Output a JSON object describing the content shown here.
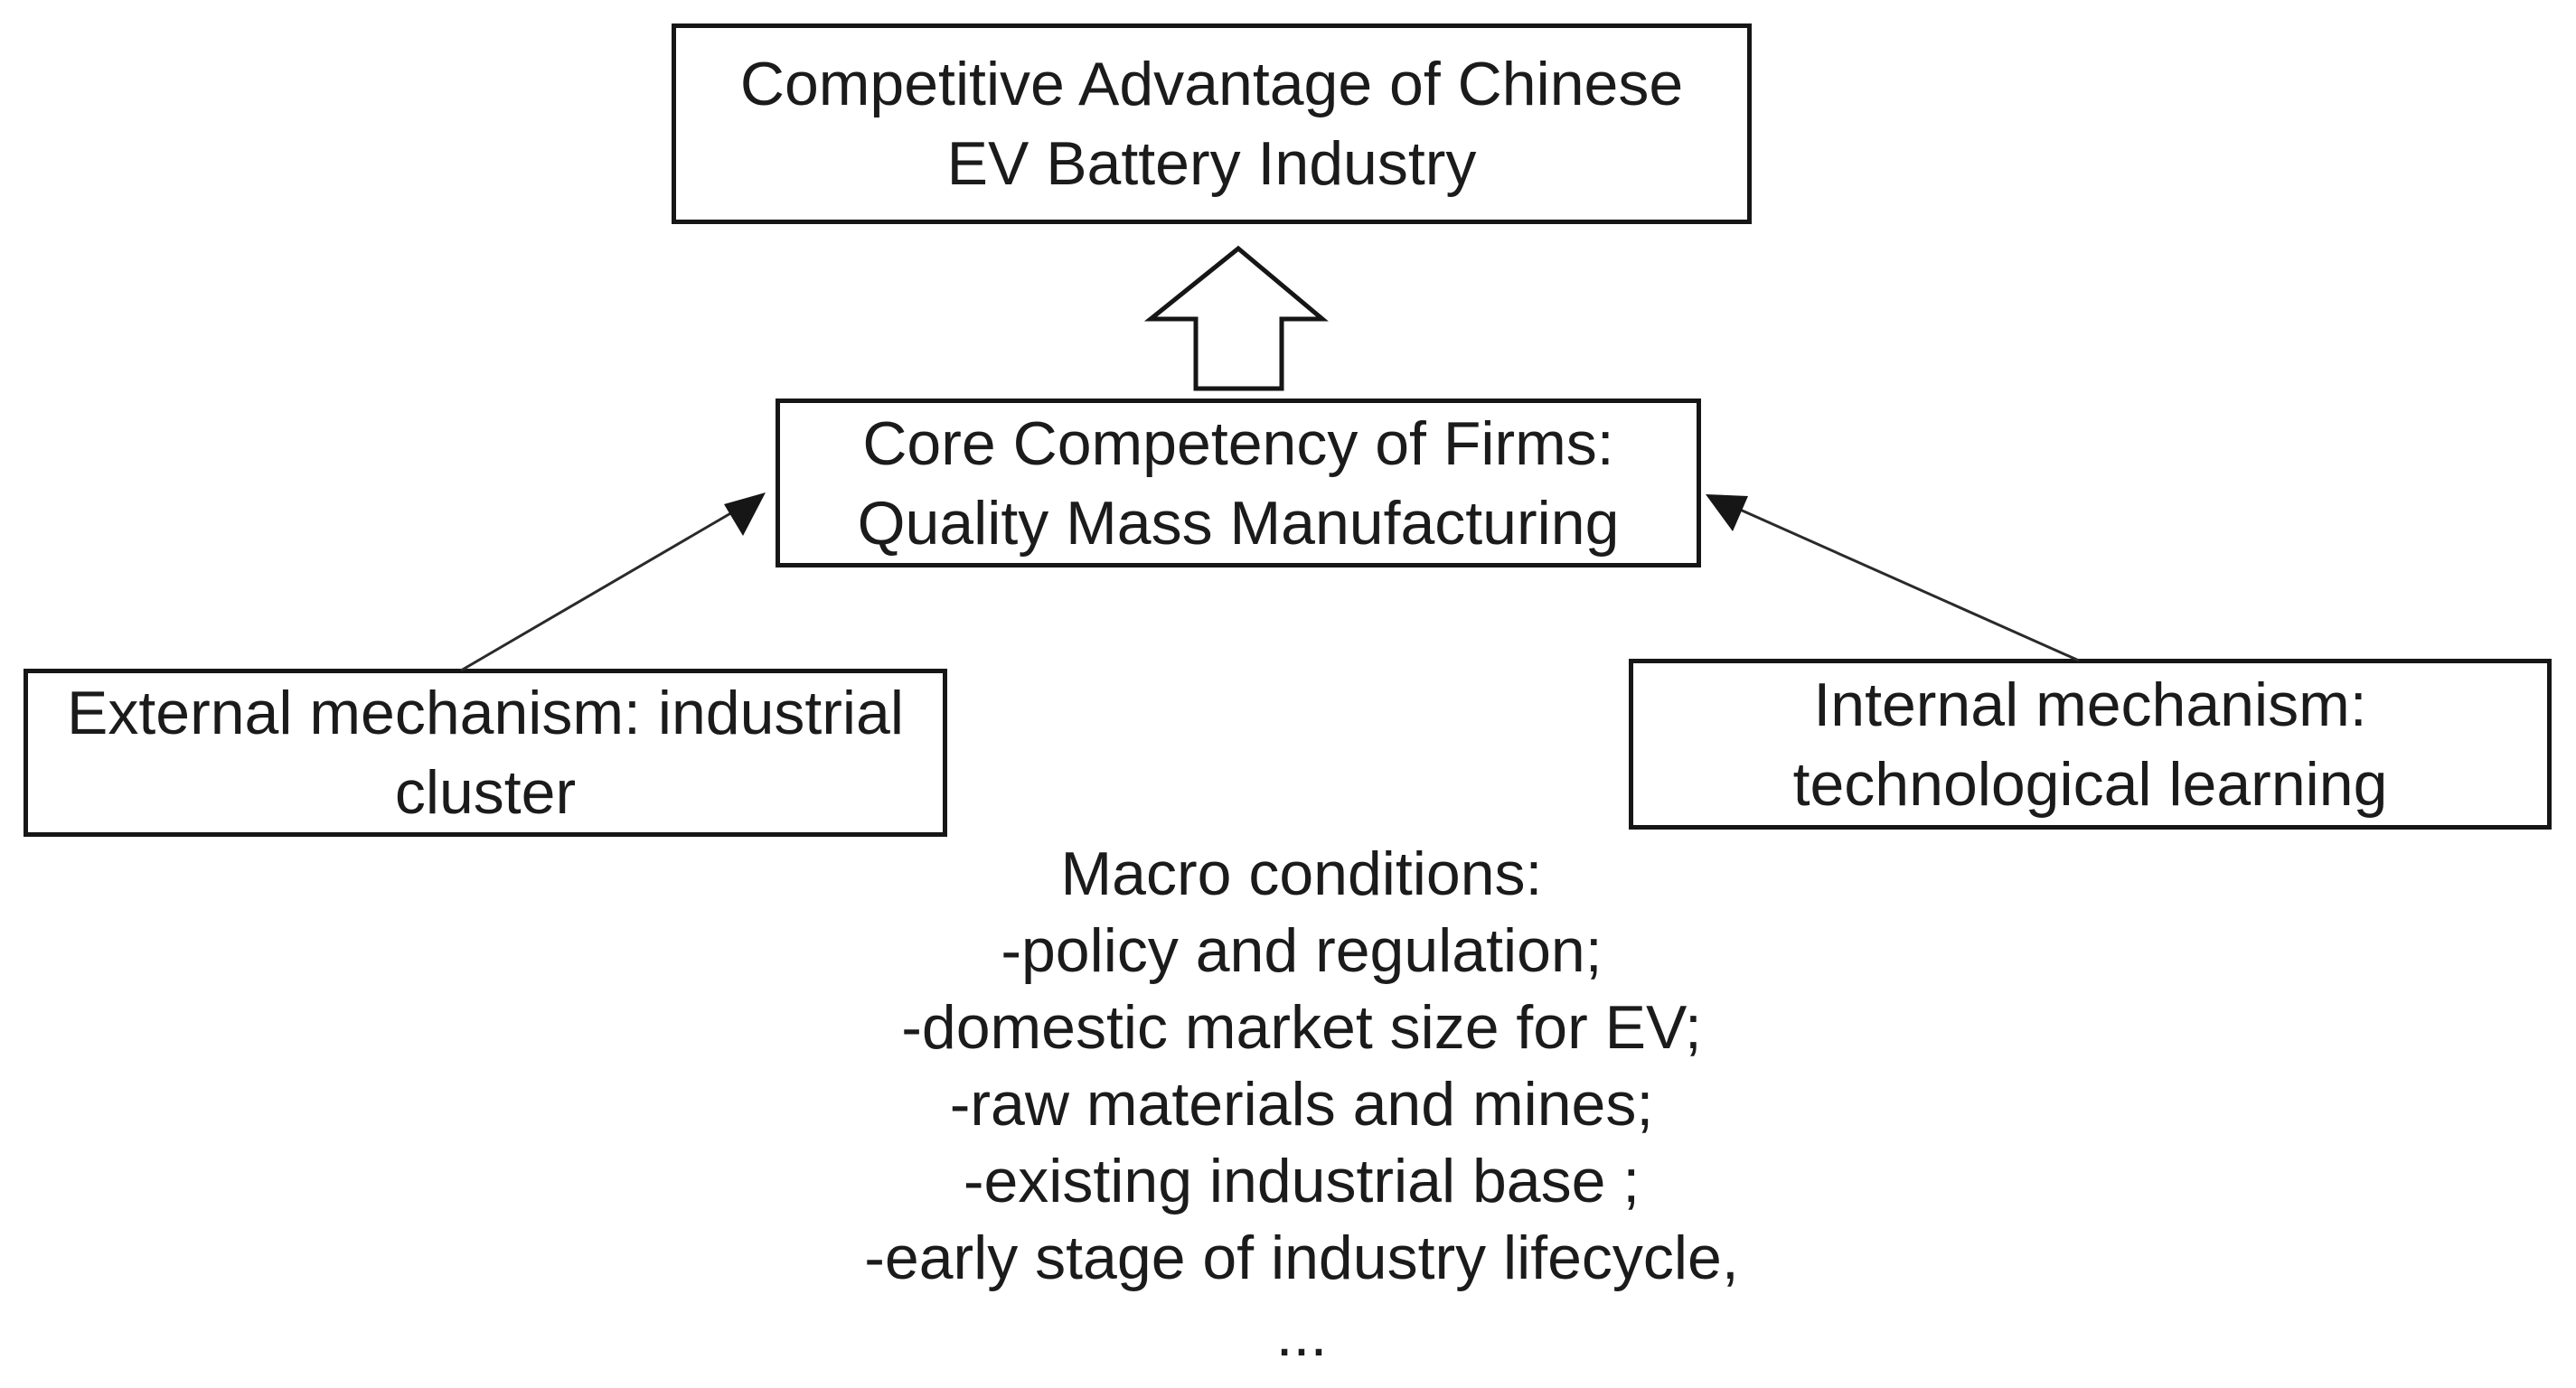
{
  "diagram": {
    "top_box": {
      "lines": [
        "Competitive Advantage of Chinese",
        "EV Battery Industry"
      ]
    },
    "middle_box": {
      "lines": [
        "Core Competency of Firms:",
        "Quality Mass Manufacturing"
      ]
    },
    "left_box": {
      "lines": [
        "External mechanism: industrial",
        "cluster"
      ]
    },
    "right_box": {
      "lines": [
        "Internal mechanism:",
        "technological learning"
      ]
    },
    "macro_conditions": {
      "title": "Macro conditions:",
      "items": [
        "-policy and regulation;",
        "-domestic market size for EV;",
        "-raw materials and mines;",
        "-existing industrial base ;",
        "-early stage of industry lifecycle,",
        "..."
      ]
    },
    "colors": {
      "line": "#161616",
      "background": "#ffffff"
    }
  }
}
